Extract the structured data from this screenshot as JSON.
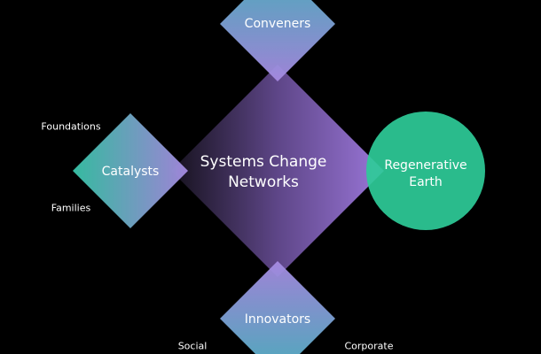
{
  "center": {
    "line1": "Systems Change",
    "line2": "Networks"
  },
  "nodes": {
    "conveners": "Conveners",
    "catalysts": "Catalysts",
    "innovators": "Innovators",
    "regenerative_line1": "Regenerative",
    "regenerative_line2": "Earth"
  },
  "side_labels": {
    "foundations": "Foundations",
    "families": "Families",
    "social": "Social",
    "corporate": "Corporate"
  },
  "colors": {
    "teal": "#3fbcb3",
    "lavender": "#a78ae2",
    "green": "#2ecb98",
    "dark": "#15111c",
    "purple": "#9a76d8"
  }
}
